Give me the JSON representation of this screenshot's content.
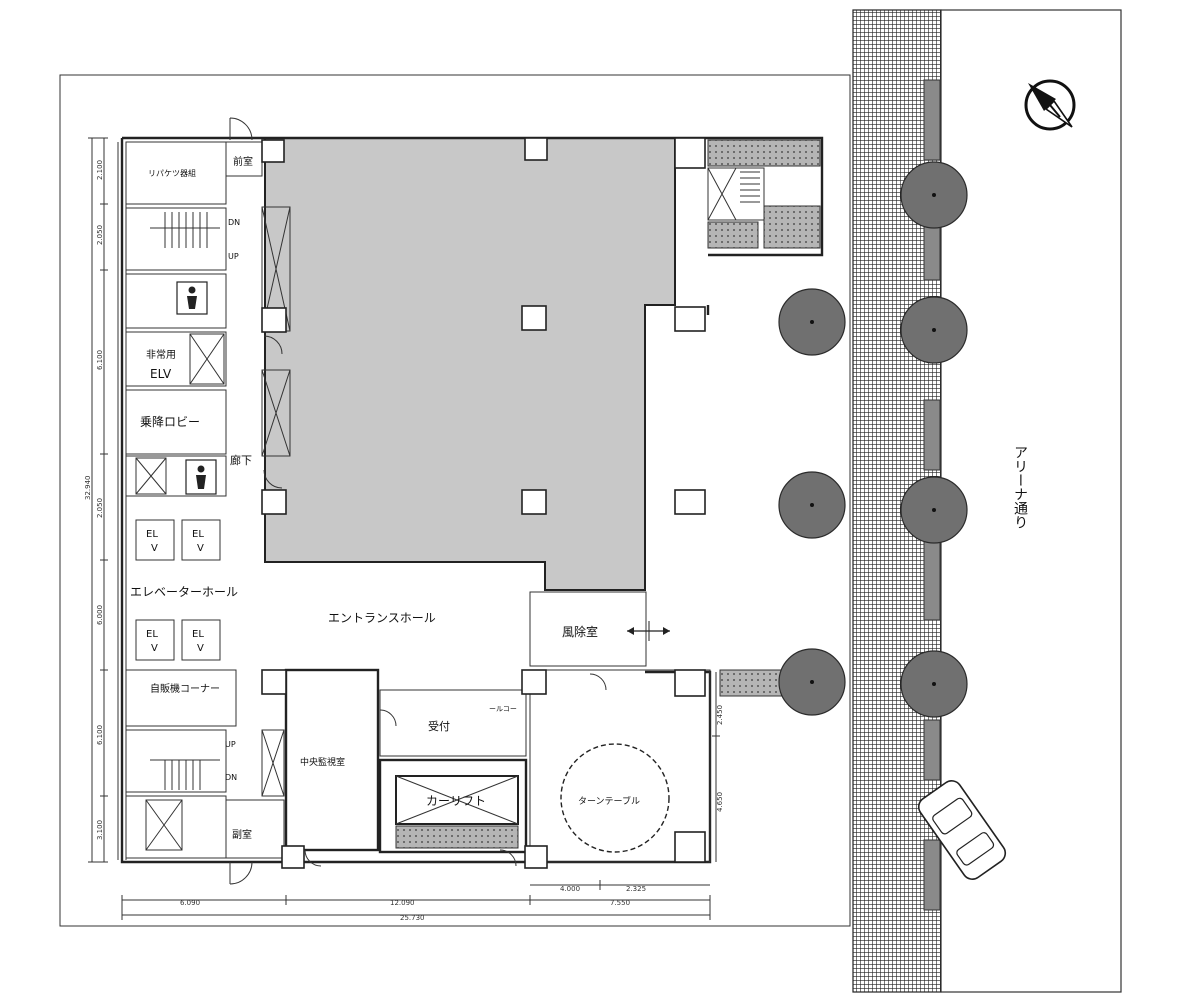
{
  "colors": {
    "sales_floor": "#c8c8c8",
    "sidewalk_grid": "#2a2a2a",
    "tree": "#707070",
    "planter": "#8a8a8a",
    "line": "#222222"
  },
  "rooms": {
    "front_room": "前室",
    "delivery_room": "リパケツ器組",
    "emergency_elv_line1": "非常用",
    "emergency_elv_line2": "ELV",
    "boarding_lobby": "乗降ロビー",
    "corridor": "廊下",
    "elevator_1": "EL",
    "elevator_1b": "V",
    "elevator_2": "EL",
    "elevator_2b": "V",
    "elevator_3": "EL",
    "elevator_3b": "V",
    "elevator_4": "EL",
    "elevator_4b": "V",
    "elevator_hall": "エレベーターホール",
    "entrance_hall": "エントランスホール",
    "windbreak_room": "風除室",
    "vending_corner": "自販機コーナー",
    "central_monitoring": "中央監視室",
    "reception": "受付",
    "car_lift": "カーリフト",
    "turntable": "ターンテーブル",
    "deputy_room": "副室",
    "mail_corner": "ールコー",
    "arena_street": "アリーナ通り"
  },
  "stairs": {
    "north_down": "DN",
    "north_up": "UP",
    "south_up": "UP",
    "south_down": "DN"
  },
  "dimensions": {
    "bottom_left": "6.090",
    "bottom_mid": "12.090",
    "bottom_right": "7.550",
    "bottom_total": "25.730",
    "bottom_sub_1": "4.000",
    "bottom_sub_2": "2.325",
    "left_total": "32.940",
    "left_seg_1": "2.100",
    "left_seg_2": "2.050",
    "left_seg_3": "6.100",
    "left_seg_4": "2.050",
    "left_seg_5": "6.000",
    "left_seg_6": "6.100",
    "left_seg_7": "3.100",
    "right_1": "2.450",
    "right_2": "4.650"
  },
  "icons": [
    "north-arrow-icon",
    "toilet-icon",
    "car-icon",
    "tree-icon",
    "double-arrow-icon"
  ]
}
